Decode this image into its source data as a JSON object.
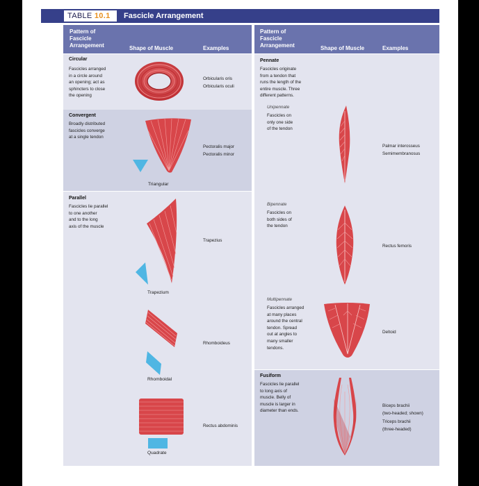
{
  "table": {
    "number_prefix": "TABLE ",
    "number": "10.1",
    "title": "Fascicle Arrangement"
  },
  "headers": {
    "pattern": "Pattern of Fascicle Arrangement",
    "shape": "Shape of Muscle",
    "examples": "Examples",
    "pattern_right": "Pattern of Fascicle Arrangement",
    "shape_right": "Shape of Muscle",
    "examples_right": "Examples"
  },
  "left": {
    "circular": {
      "title": "Circular",
      "desc": [
        "Fascicles arranged",
        "in a circle around",
        "an opening; act as",
        "sphincters to close",
        "the opening"
      ],
      "examples": [
        "Orbicularis oris",
        "Orbicularis oculi"
      ]
    },
    "convergent": {
      "title": "Convergent",
      "desc": [
        "Broadly distributed",
        "fascicles converge",
        "at a single tendon"
      ],
      "examples": [
        "Pectoralis major",
        "Pectoralis minor"
      ],
      "shape_caption": "Triangular"
    },
    "parallel": {
      "title": "Parallel",
      "desc": [
        "Fascicles lie parallel",
        "to one another",
        "and to the long",
        "axis of the muscle"
      ],
      "trapezius": {
        "example": "Trapezius",
        "caption": "Trapezium"
      },
      "rhomboideus": {
        "example": "Rhomboideus",
        "caption": "Rhomboidal"
      },
      "rectus": {
        "example": "Rectus abdominis",
        "caption": "Quadrate"
      }
    }
  },
  "right": {
    "pennate": {
      "title": "Pennate",
      "desc": [
        "Fascicles originate",
        "from a tendon that",
        "runs the length of the",
        "entire muscle. Three",
        "different patterns."
      ]
    },
    "unipennate": {
      "title": "Unipennate",
      "desc": [
        "Fascicles on",
        "only one side",
        "of the tendon"
      ],
      "examples": [
        "Palmar interosseus",
        "Semimembranosus"
      ]
    },
    "bipennate": {
      "title": "Bipennate",
      "desc": [
        "Fascicles on",
        "both sides of",
        "the tendon"
      ],
      "examples": [
        "Rectus femoris"
      ]
    },
    "multipennate": {
      "title": "Multipennate",
      "desc": [
        "Fascicles arranged",
        "at many places",
        "around the central",
        "tendon. Spread",
        "out at angles to",
        "many smaller",
        "tendons."
      ],
      "examples": [
        "Deltoid"
      ]
    },
    "fusiform": {
      "title": "Fusiform",
      "desc": [
        "Fascicles lie parallel",
        "to long axis of",
        "muscle. Belly of",
        "muscle is larger in",
        "diameter than ends."
      ],
      "examples": [
        "Biceps brachii",
        "(two-headed; shown)",
        "Triceps brachii",
        "(three-headed)"
      ]
    }
  },
  "colors": {
    "header_bar": "#36408a",
    "header_row": "#6a73ad",
    "row_light": "#e3e4ef",
    "row_dark": "#cfd2e3",
    "muscle": "#d8464a",
    "shape_marker": "#4fb6e3",
    "table_number": "#e8901e"
  }
}
